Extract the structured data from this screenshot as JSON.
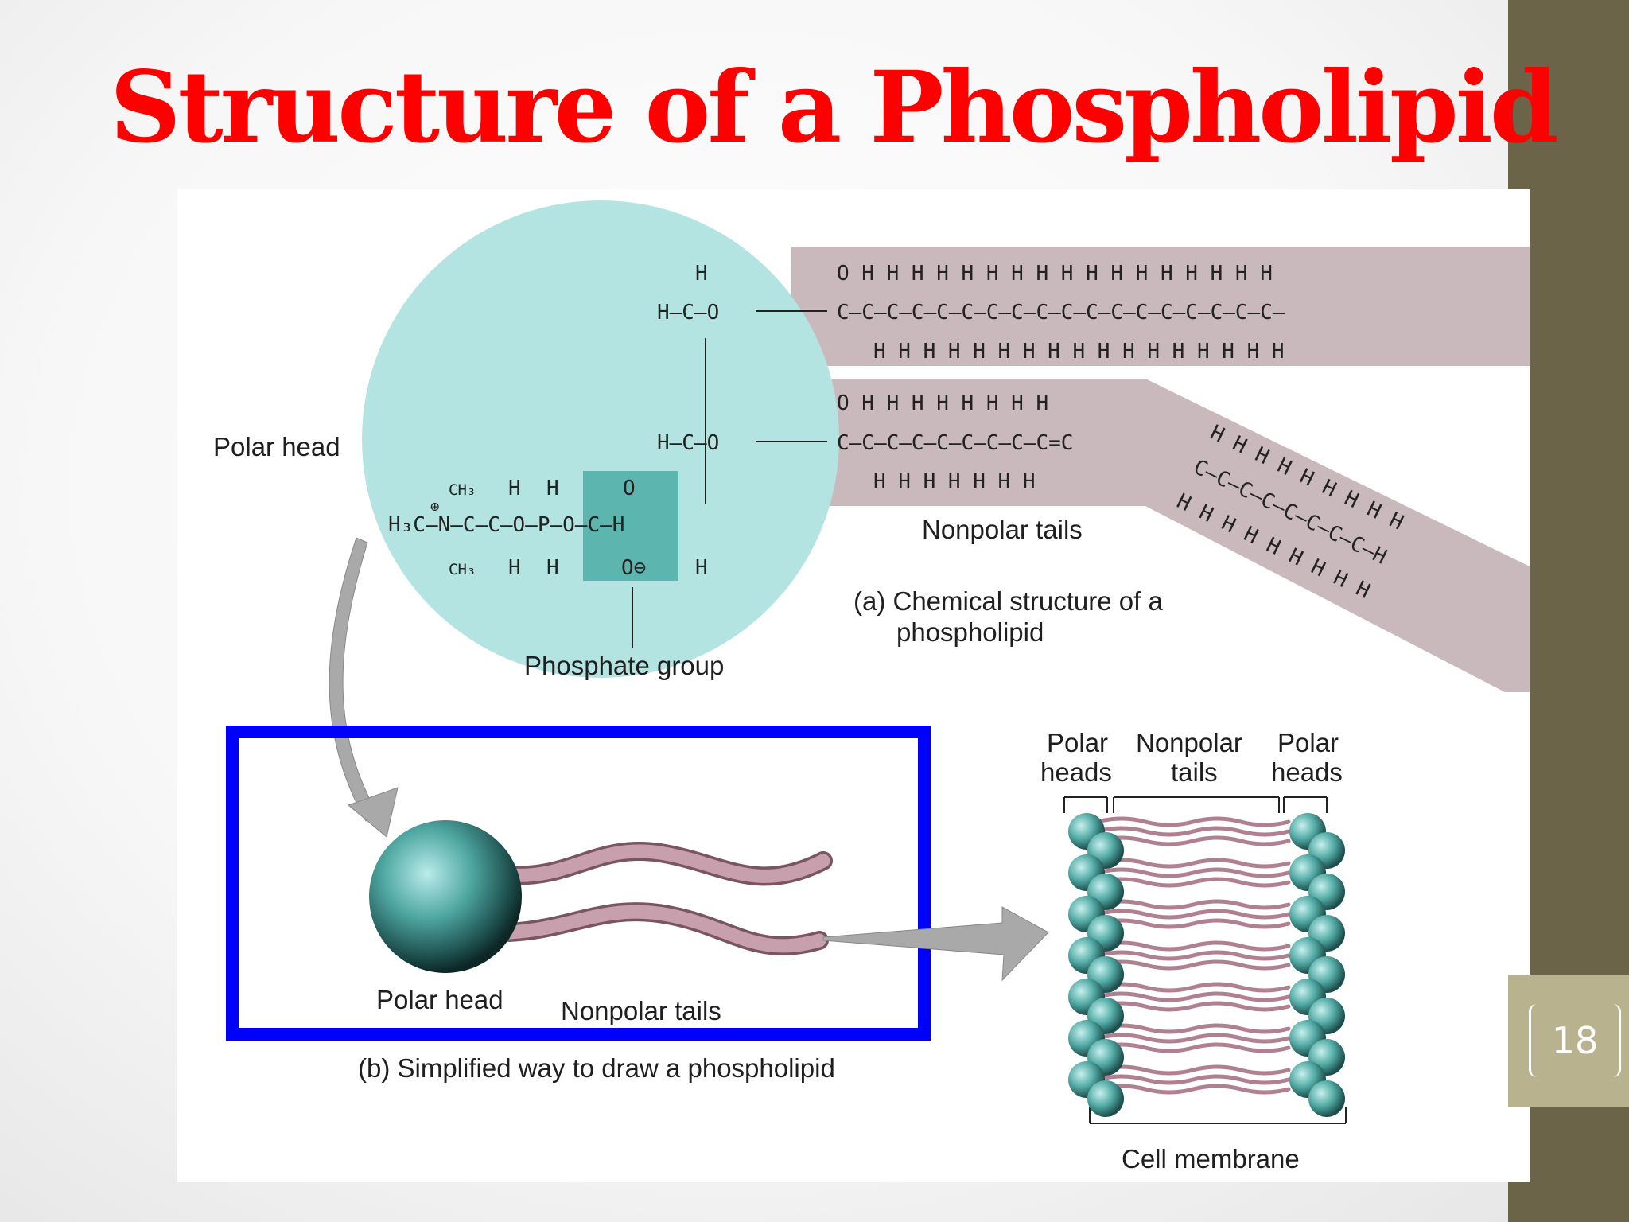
{
  "slide": {
    "title": "Structure of a Phospholipid",
    "page_number": "18"
  },
  "colors": {
    "title": "#ff0000",
    "side_bar": "#6b6448",
    "page_tab": "#b9b28f",
    "highlight_box": "#0000ff",
    "head_teal": "#4fa7a2",
    "tail_mauve": "#b08090"
  },
  "diagram": {
    "part_a": {
      "label_polar_head": "Polar head",
      "label_phosphate_group": "Phosphate group",
      "label_nonpolar_tails": "Nonpolar tails",
      "caption_line1": "(a) Chemical structure of a",
      "caption_line2": "phospholipid",
      "chem": {
        "h_top": "H",
        "glycerol_c1": "H–C–O",
        "glycerol_c2": "H–C–O",
        "choline_line": "H₃C–N—C–C–O–P–O–C–H",
        "ch3_top": "CH₃",
        "ch3_bottom": "CH₃",
        "h": "H",
        "o_double": "O",
        "o_minus": "O⊖",
        "plus": "⊕",
        "tail1_top": "O  H  H  H  H  H  H  H  H  H  H  H  H  H  H  H  H  H",
        "tail1_chain": "C–C–C–C–C–C–C–C–C–C–C–C–C–C–C–C–C–C–",
        "tail1_bottom": "H  H  H  H  H  H  H  H  H  H  H  H  H  H  H  H  H",
        "tail2_top": "O  H  H  H  H  H  H  H  H",
        "tail2_chain": "C–C–C–C–C–C–C–C–C=C",
        "tail2_bottom": "H  H  H  H  H  H  H",
        "tail2_bent": [
          "H H  H  H  H  H  H  H  H",
          "C–C–C–C–C–C–C–C–H",
          "H H  H  H  H  H  H  H  H"
        ]
      }
    },
    "part_b": {
      "label_polar_head": "Polar head",
      "label_nonpolar_tails": "Nonpolar tails",
      "caption": "(b) Simplified way to draw a phospholipid"
    },
    "membrane": {
      "label_polar_heads_left_1": "Polar",
      "label_polar_heads_left_2": "heads",
      "label_nonpolar_1": "Nonpolar",
      "label_nonpolar_2": "tails",
      "label_polar_heads_right_1": "Polar",
      "label_polar_heads_right_2": "heads",
      "label_cell_membrane": "Cell membrane",
      "rows": 7
    }
  }
}
